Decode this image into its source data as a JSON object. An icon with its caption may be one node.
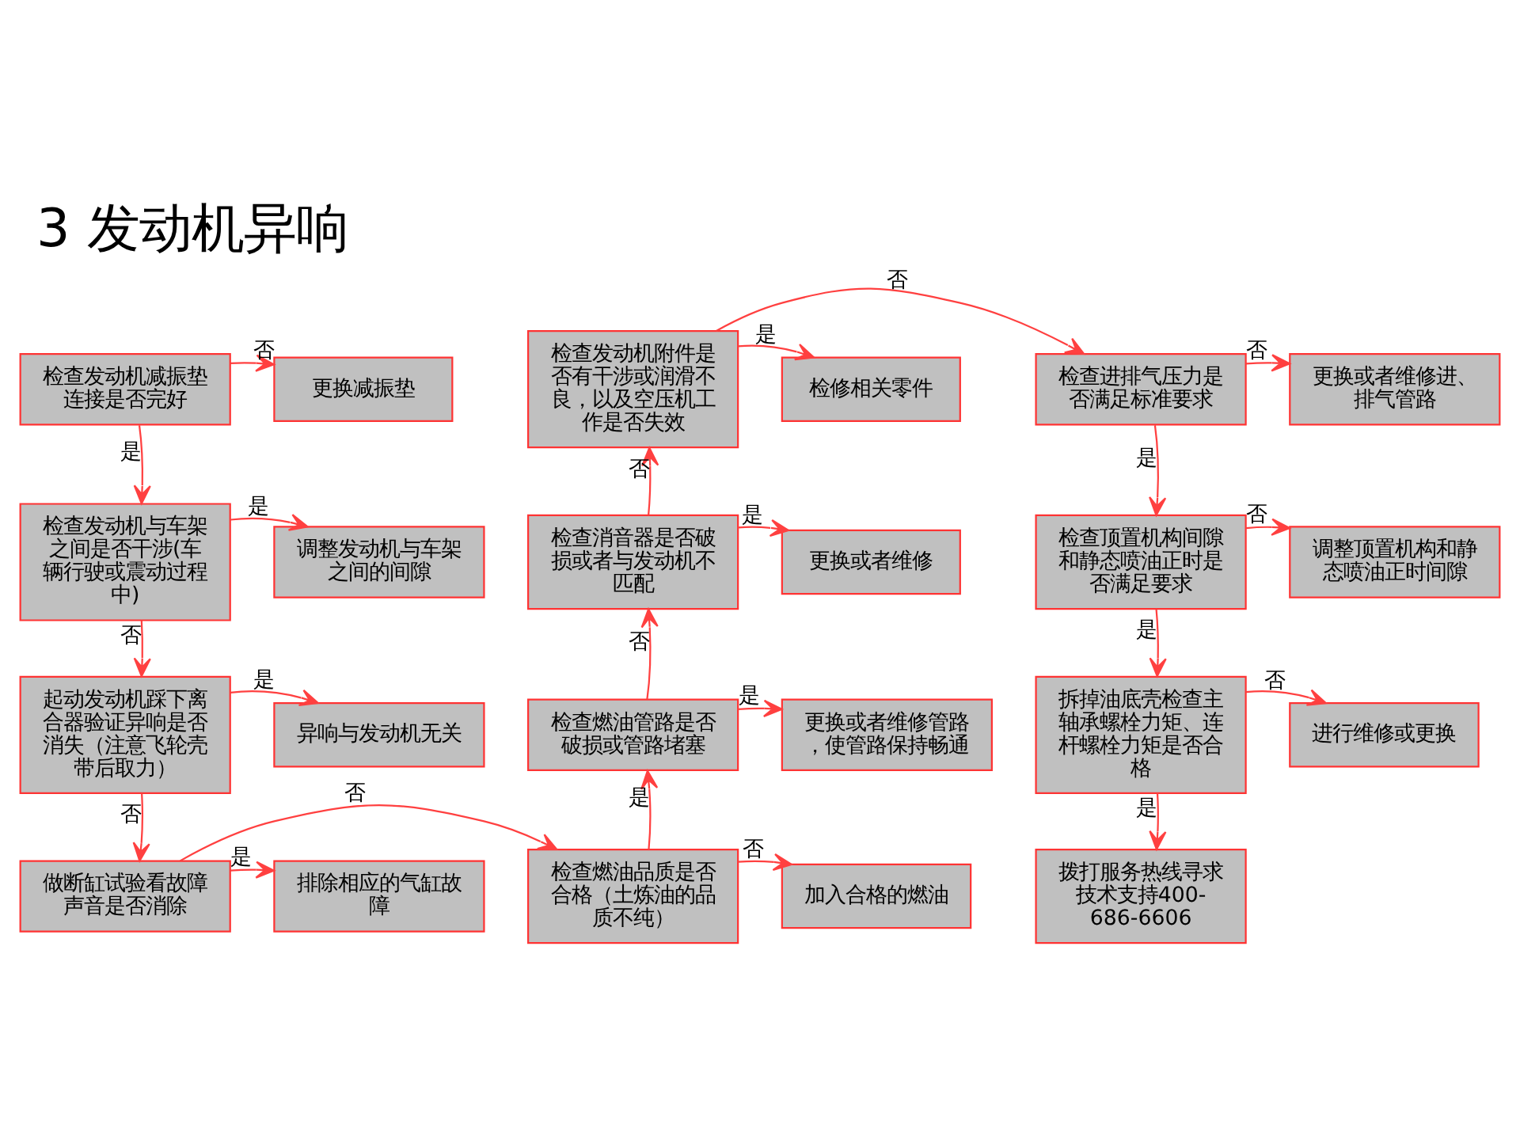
{
  "diagram": {
    "title": "3 发动机异响",
    "nodes": [
      {
        "text": [
          "检查发动机减振垫连接是否完好"
        ]
      },
      {
        "text": [
          "更换减振垫"
        ]
      },
      {
        "text": [
          "检查发动机与车架之间是否干涉(车辆行驶或震动过程中)"
        ]
      },
      {
        "text": [
          "调整发动机与车架之间的间隙"
        ]
      },
      {
        "text": [
          "起动发动机踩下离合器验证异响是否消失（注意飞轮壳带后取力）"
        ]
      },
      {
        "text": [
          "异响与发动机无关"
        ]
      },
      {
        "text": [
          "做断缸试验看故障声音是否消除"
        ]
      },
      {
        "text": [
          "排除相应的气缸故障"
        ]
      },
      {
        "text": [
          "检查燃油品质是否合格（土炼油的品质不纯）"
        ]
      },
      {
        "text": [
          "加入合格的燃油"
        ]
      },
      {
        "text": [
          "检查燃油管路是否破损或管路堵塞"
        ]
      },
      {
        "text": [
          "更换或者维修管路，使管路保持畅通"
        ]
      },
      {
        "text": [
          "检查消音器是否破损或者与发动机不匹配"
        ]
      },
      {
        "text": [
          "更换或者维修"
        ]
      },
      {
        "text": [
          "检查发动机附件是否有干涉或润滑不良，以及空压机工作是否失效"
        ]
      },
      {
        "text": [
          "检修相关零件"
        ]
      },
      {
        "text": [
          "检查进排气压力是否满足标准要求"
        ]
      },
      {
        "text": [
          "更换或者维修进、排气管路"
        ]
      },
      {
        "text": [
          "检查顶置机构间隙和静态喷油正时是否满足要求"
        ]
      },
      {
        "text": [
          "调整顶置机构和静态喷油正时间隙"
        ]
      },
      {
        "text": [
          "拆掉油底壳检查主轴承螺栓力矩、连杆螺栓力矩是否合格"
        ]
      },
      {
        "text": [
          "进行维修或更换"
        ]
      },
      {
        "text": [
          "拨打服务热线寻求技术支持400-686-6606"
        ]
      }
    ],
    "edges": [
      {
        "from": 0,
        "to": 1,
        "arrow": "to",
        "label": "否"
      },
      {
        "from": 0,
        "to": 2,
        "arrow": "to",
        "label": "是"
      },
      {
        "from": 2,
        "to": 3,
        "arrow": "to",
        "label": "是"
      },
      {
        "from": 2,
        "to": 4,
        "arrow": "to",
        "label": "否"
      },
      {
        "from": 4,
        "to": 5,
        "arrow": "to",
        "label": "是"
      },
      {
        "from": 4,
        "to": 6,
        "arrow": "to",
        "label": "否"
      },
      {
        "from": 6,
        "to": 7,
        "arrow": "to",
        "label": "是"
      },
      {
        "from": 6,
        "to": 8,
        "arrow": "to",
        "label": "否"
      },
      {
        "from": 8,
        "to": 9,
        "arrow": "to",
        "label": "否"
      },
      {
        "from": 8,
        "to": 10,
        "arrow": "to",
        "label": "是"
      },
      {
        "from": 10,
        "to": 11,
        "arrow": "to",
        "label": "是"
      },
      {
        "from": 10,
        "to": 12,
        "arrow": "to",
        "label": "否"
      },
      {
        "from": 12,
        "to": 13,
        "arrow": "to",
        "label": "是"
      },
      {
        "from": 12,
        "to": 14,
        "arrow": "to",
        "label": "否"
      },
      {
        "from": 14,
        "to": 15,
        "arrow": "to",
        "label": "是"
      },
      {
        "from": 14,
        "to": 16,
        "arrow": "to",
        "label": "否"
      },
      {
        "from": 16,
        "to": 17,
        "arrow": "to",
        "label": "否"
      },
      {
        "from": 16,
        "to": 18,
        "arrow": "to",
        "label": "是"
      },
      {
        "from": 18,
        "to": 19,
        "arrow": "to",
        "label": "否"
      },
      {
        "from": 18,
        "to": 20,
        "arrow": "to",
        "label": "是"
      },
      {
        "from": 20,
        "to": 21,
        "arrow": "to",
        "label": "否"
      },
      {
        "from": 20,
        "to": 22,
        "arrow": "to",
        "label": "是"
      }
    ]
  }
}
